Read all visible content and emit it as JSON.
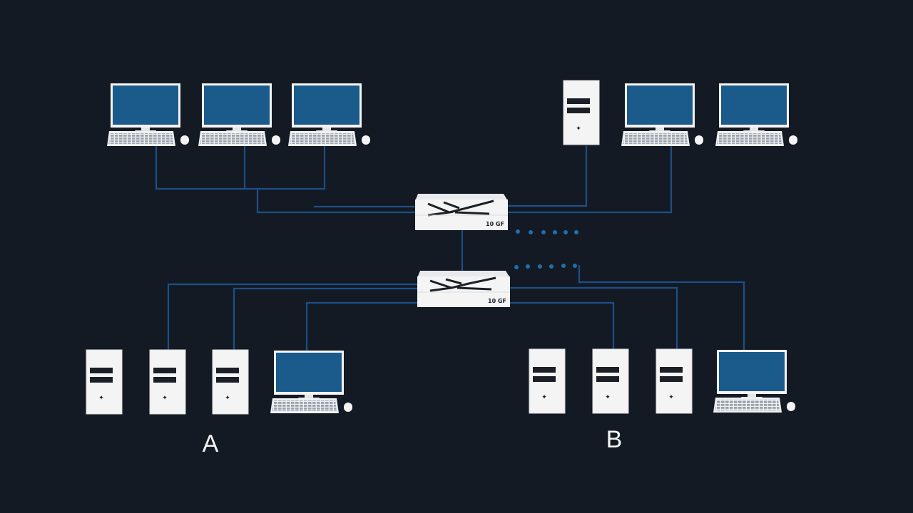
{
  "diagram": {
    "title": "",
    "groups": [
      {
        "id": "A",
        "label": "A"
      },
      {
        "id": "B",
        "label": "B"
      }
    ],
    "switches": [
      {
        "id": "switch-top",
        "label": "10 GF"
      },
      {
        "id": "switch-bottom",
        "label": "10 GF"
      }
    ],
    "colors": {
      "background": "#141a23",
      "screen": "#1b5b8c",
      "device": "#f4f4f4",
      "wire": "#1d4f86",
      "port_led": "#1f6fb0",
      "text": "#f2f4f6"
    },
    "icons": [
      "workstation-icon",
      "server-tower-icon",
      "network-switch-icon",
      "keyboard-icon",
      "mouse-icon"
    ]
  }
}
